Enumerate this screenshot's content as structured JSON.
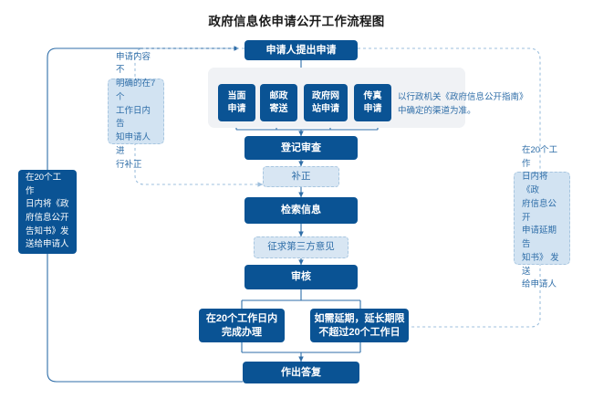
{
  "page": {
    "title": "政府信息依申请公开工作流程图",
    "background": "#ffffff",
    "colors": {
      "primary_dark_blue": "#0a5394",
      "light_blue_fill": "#d8e6f3",
      "light_blue_text": "#2f6ea8",
      "gray_band": "#f0f2f5",
      "dashed_border": "#a8c6e0",
      "connector_line": "#2f6ea8",
      "title_text": "#1a1a1a"
    }
  },
  "flowchart": {
    "type": "flowchart",
    "orientation": "top-to-bottom",
    "main_column": [
      {
        "id": "apply",
        "label": "申请人提出申请",
        "style": "dark"
      },
      {
        "id": "register",
        "label": "登记审查",
        "style": "dark"
      },
      {
        "id": "correct",
        "label": "补正",
        "style": "light-dashed"
      },
      {
        "id": "search",
        "label": "检索信息",
        "style": "dark"
      },
      {
        "id": "thirdparty",
        "label": "征求第三方意见",
        "style": "light-dashed"
      },
      {
        "id": "review",
        "label": "审核",
        "style": "dark"
      },
      {
        "id": "reply",
        "label": "作出答复",
        "style": "dark"
      }
    ],
    "channels": {
      "band_style": "gray-rounded-band",
      "items": [
        {
          "id": "inperson",
          "line1": "当面",
          "line2": "申请"
        },
        {
          "id": "postal",
          "line1": "邮政",
          "line2": "寄送"
        },
        {
          "id": "website",
          "line1": "政府网",
          "line2": "站申请"
        },
        {
          "id": "fax",
          "line1": "传真",
          "line2": "申请"
        }
      ],
      "note": "以行政机关《政府信息公开指南》\n中确定的渠道为准。"
    },
    "branches": [
      {
        "id": "ontime",
        "line1": "在20个工作日内",
        "line2": "完成办理",
        "style": "dark"
      },
      {
        "id": "extend",
        "line1": "如需延期，延长期限",
        "line2": "不超过20个工作日",
        "style": "dark"
      }
    ],
    "side_notes": [
      {
        "id": "correction-note",
        "position": "left-upper",
        "style": "light-dashed",
        "text": "申请内容不\n明确的在7个\n工作日内告\n知申请人进\n行补正"
      },
      {
        "id": "disclosure-notice-note",
        "position": "left-lower",
        "style": "dark",
        "text": "在20个工作\n日内将《政\n府信息公开\n告知书》发\n送给申请人"
      },
      {
        "id": "extension-notice-note",
        "position": "right",
        "style": "light-dashed",
        "text": "在20个工作\n日内将《政\n府信息公开\n申请延期告\n知书》 发送\n给申请人"
      }
    ]
  }
}
